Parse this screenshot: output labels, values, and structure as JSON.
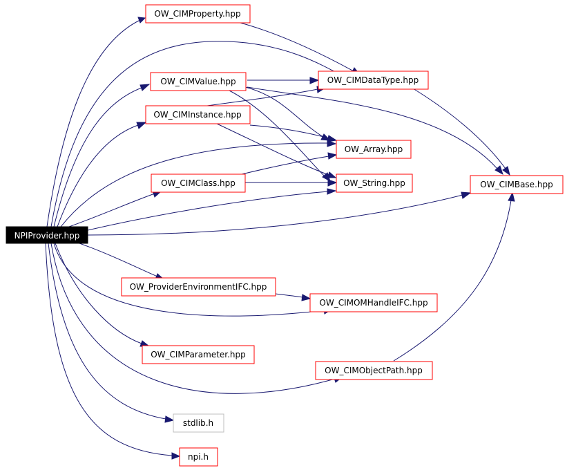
{
  "colors": {
    "edge": "#191970",
    "node_border": "#ff0000",
    "system_header_border": "#bfbfbf",
    "root_fill": "#000000",
    "root_text": "#ffffff"
  },
  "nodes": {
    "npiprovider": "NPIProvider.hpp",
    "cimproperty": "OW_CIMProperty.hpp",
    "cimvalue": "OW_CIMValue.hpp",
    "cimdatatype": "OW_CIMDataType.hpp",
    "ciminstance": "OW_CIMInstance.hpp",
    "array": "OW_Array.hpp",
    "cimclass": "OW_CIMClass.hpp",
    "string": "OW_String.hpp",
    "cimbase": "OW_CIMBase.hpp",
    "providerenv": "OW_ProviderEnvironmentIFC.hpp",
    "cimomhandle": "OW_CIMOMHandleIFC.hpp",
    "cimparameter": "OW_CIMParameter.hpp",
    "cimobjectpath": "OW_CIMObjectPath.hpp",
    "stdlib": "stdlib.h",
    "npi": "npi.h"
  },
  "edges": [
    [
      "npiprovider",
      "cimproperty"
    ],
    [
      "npiprovider",
      "cimdatatype"
    ],
    [
      "npiprovider",
      "cimvalue"
    ],
    [
      "npiprovider",
      "ciminstance"
    ],
    [
      "npiprovider",
      "array"
    ],
    [
      "npiprovider",
      "cimclass"
    ],
    [
      "npiprovider",
      "string"
    ],
    [
      "npiprovider",
      "cimbase"
    ],
    [
      "npiprovider",
      "providerenv"
    ],
    [
      "npiprovider",
      "cimomhandle"
    ],
    [
      "npiprovider",
      "cimparameter"
    ],
    [
      "npiprovider",
      "cimobjectpath"
    ],
    [
      "npiprovider",
      "stdlib"
    ],
    [
      "npiprovider",
      "npi"
    ],
    [
      "cimproperty",
      "cimdatatype"
    ],
    [
      "cimvalue",
      "cimdatatype"
    ],
    [
      "cimvalue",
      "array"
    ],
    [
      "cimvalue",
      "string"
    ],
    [
      "cimvalue",
      "cimbase"
    ],
    [
      "ciminstance",
      "cimdatatype"
    ],
    [
      "ciminstance",
      "array"
    ],
    [
      "ciminstance",
      "string"
    ],
    [
      "cimclass",
      "array"
    ],
    [
      "cimclass",
      "string"
    ],
    [
      "cimdatatype",
      "cimbase"
    ],
    [
      "providerenv",
      "cimomhandle"
    ],
    [
      "cimobjectpath",
      "cimbase"
    ]
  ]
}
